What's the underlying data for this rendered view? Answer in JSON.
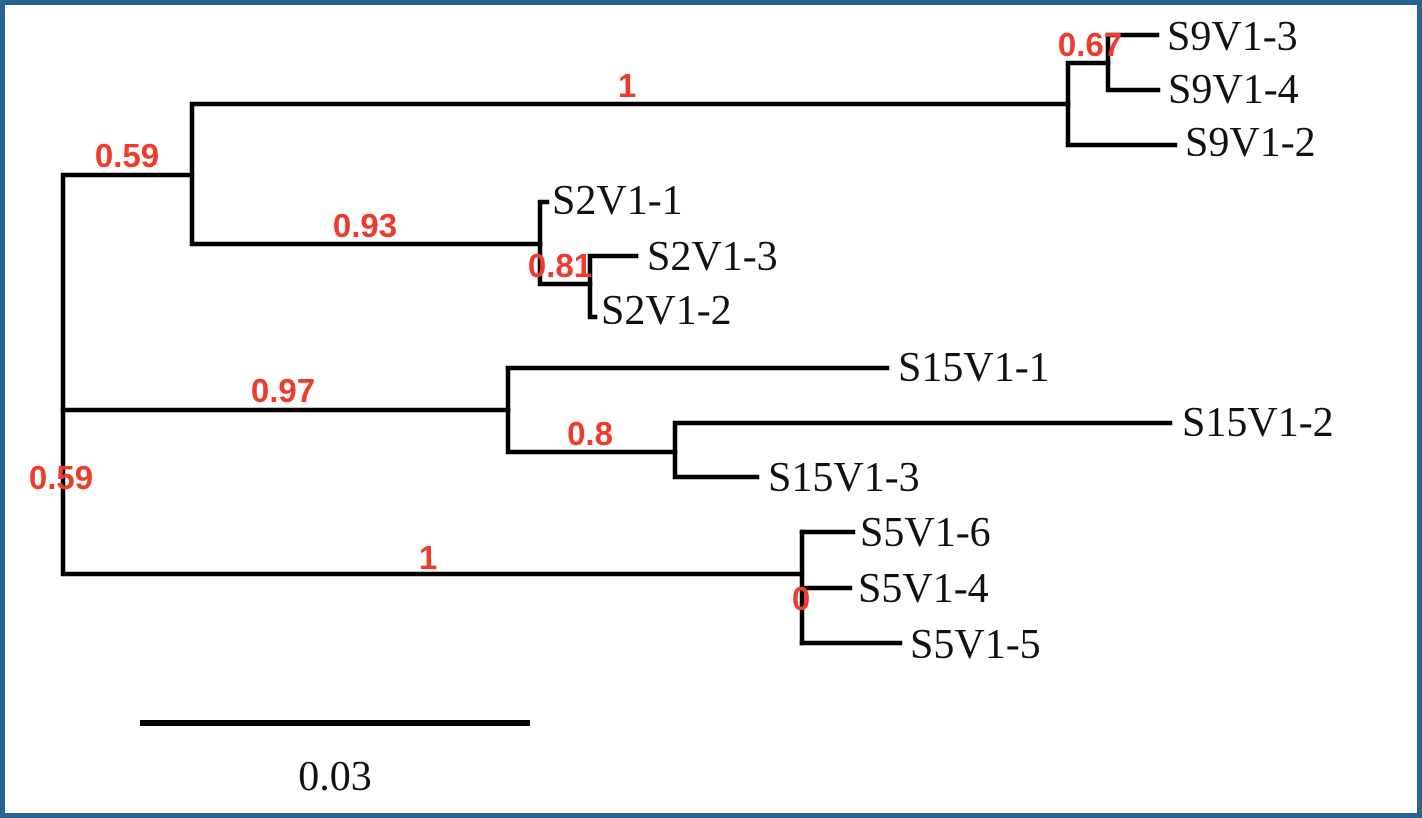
{
  "figure": {
    "type": "phylogenetic_tree",
    "colors": {
      "border": "#2A6392",
      "background": "#FFFFFF",
      "branch": "#000000",
      "support_value": "#EE3B2C",
      "tip_text": "#111111"
    },
    "tips": {
      "s9v1_3": "S9V1-3",
      "s9v1_4": "S9V1-4",
      "s9v1_2": "S9V1-2",
      "s2v1_1": "S2V1-1",
      "s2v1_3": "S2V1-3",
      "s2v1_2": "S2V1-2",
      "s15v1_1": "S15V1-1",
      "s15v1_2": "S15V1-2",
      "s15v1_3": "S15V1-3",
      "s5v1_6": "S5V1-6",
      "s5v1_4": "S5V1-4",
      "s5v1_5": "S5V1-5"
    },
    "supports": {
      "upper_clade": "0.59",
      "s9_clade": "1",
      "s9_inner": "0.67",
      "s2_clade": "0.93",
      "s2_inner": "0.81",
      "s15_clade": "0.97",
      "s15_inner": "0.8",
      "root_lower": "0.59",
      "s5_clade": "1",
      "s5_inner": "0"
    },
    "scale_bar": {
      "label": "0.03"
    }
  }
}
